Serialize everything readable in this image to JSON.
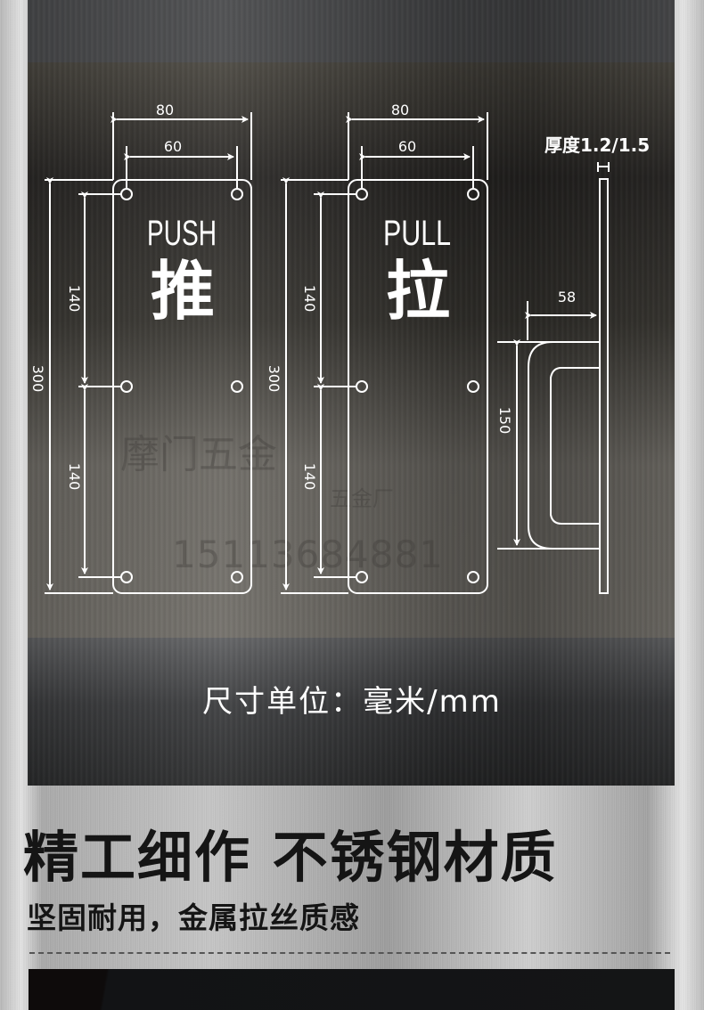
{
  "drawing": {
    "push_plate": {
      "label_en": "PUSH",
      "label_cn": "推",
      "width_outer": "80",
      "hole_spacing_width": "60",
      "height_total": "300",
      "hole_spacing_upper": "140",
      "hole_spacing_lower": "140"
    },
    "pull_plate": {
      "label_en": "PULL",
      "label_cn": "拉",
      "width_outer": "80",
      "hole_spacing_width": "60",
      "height_total": "300",
      "hole_spacing_upper": "140",
      "hole_spacing_lower": "140"
    },
    "side_view": {
      "thickness_label": "厚度1.2/1.5",
      "handle_depth": "58",
      "handle_length": "150"
    },
    "watermark": {
      "brand": "摩门五金",
      "factory": "五金厂",
      "phone": "15113684881"
    }
  },
  "units_caption": "尺寸单位：毫米/mm",
  "headline": "精工细作 不锈钢材质",
  "subline": "坚固耐用，金属拉丝质感",
  "colors": {
    "line": "#ffffff",
    "panel_dark": "#2a2826",
    "headline_text": "#151515"
  }
}
